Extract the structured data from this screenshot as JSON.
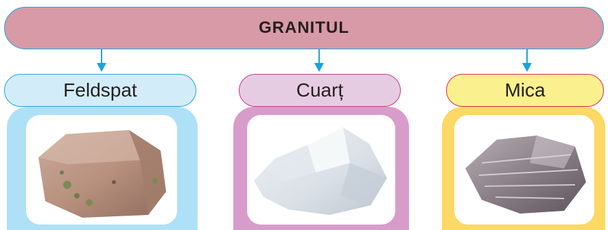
{
  "title": "GRANITUL",
  "minerals": [
    {
      "label": "Feldspat",
      "icon": "feldspar-rock-image",
      "colors": {
        "label_bg": "#d3ecf9",
        "frame": "#aee0f8"
      }
    },
    {
      "label": "Cuarț",
      "icon": "quartz-rock-image",
      "colors": {
        "label_bg": "#e6cce2",
        "frame": "#d89cca"
      }
    },
    {
      "label": "Mica",
      "icon": "mica-rock-image",
      "colors": {
        "label_bg": "#fbf08e",
        "frame": "#fcd864"
      }
    }
  ],
  "colors": {
    "root_bg": "#d89aa6",
    "connector": "#1aa4d8"
  }
}
